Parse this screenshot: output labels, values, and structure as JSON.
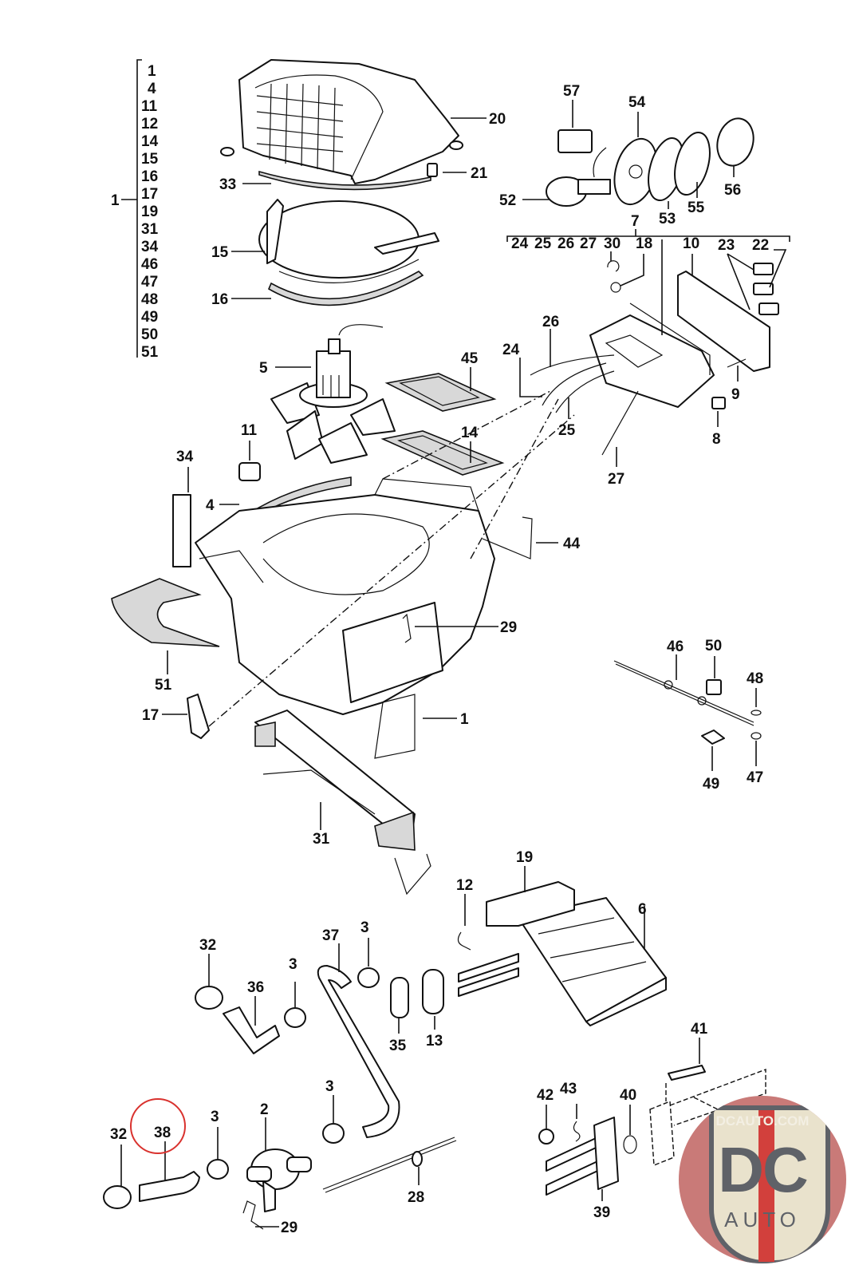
{
  "diagram": {
    "title": "Heater / blower assembly exploded parts diagram",
    "highlight": {
      "part": "38",
      "color": "#d9322e"
    },
    "assembly_group": {
      "parent": "1",
      "members": [
        "1",
        "4",
        "11",
        "12",
        "14",
        "15",
        "16",
        "17",
        "19",
        "31",
        "34",
        "46",
        "47",
        "48",
        "49",
        "50",
        "51"
      ]
    },
    "control_group": {
      "parent": "7",
      "members": [
        "24",
        "25",
        "26",
        "27",
        "30",
        "18",
        "10",
        "23",
        "22"
      ]
    },
    "callouts": {
      "p1": "1",
      "p2": "2",
      "p3a": "3",
      "p3b": "3",
      "p3c": "3",
      "p3d": "3",
      "p4": "4",
      "p5": "5",
      "p6": "6",
      "p8": "8",
      "p9": "9",
      "p11": "11",
      "p12": "12",
      "p13": "13",
      "p14": "14",
      "p15": "15",
      "p16": "16",
      "p17": "17",
      "p19": "19",
      "p20": "20",
      "p21": "21",
      "p24": "24",
      "p25": "25",
      "p26": "26",
      "p27": "27",
      "p28": "28",
      "p29a": "29",
      "p29b": "29",
      "p31": "31",
      "p32a": "32",
      "p32b": "32",
      "p33": "33",
      "p34": "34",
      "p35": "35",
      "p36": "36",
      "p37": "37",
      "p38": "38",
      "p39": "39",
      "p40": "40",
      "p41": "41",
      "p42": "42",
      "p43": "43",
      "p44": "44",
      "p45": "45",
      "p46": "46",
      "p47": "47",
      "p48": "48",
      "p49": "49",
      "p50": "50",
      "p51": "51",
      "p52": "52",
      "p53": "53",
      "p54": "54",
      "p55": "55",
      "p56": "56",
      "p57": "57",
      "p7": "7",
      "p10": "10",
      "p18": "18",
      "p22": "22",
      "p23": "23",
      "p30": "30"
    },
    "bracket_list": [
      "24",
      "25",
      "26",
      "27",
      "30",
      "18",
      "10",
      "23",
      "22"
    ]
  },
  "watermark": {
    "site": "DCAUTO.COM",
    "monogram": "DC",
    "subtitle": "AUTO",
    "colors": {
      "background": "#c97a78",
      "shield": "#e9e2cc",
      "letters": "#5f6268",
      "stripe": "#d2403c"
    }
  }
}
